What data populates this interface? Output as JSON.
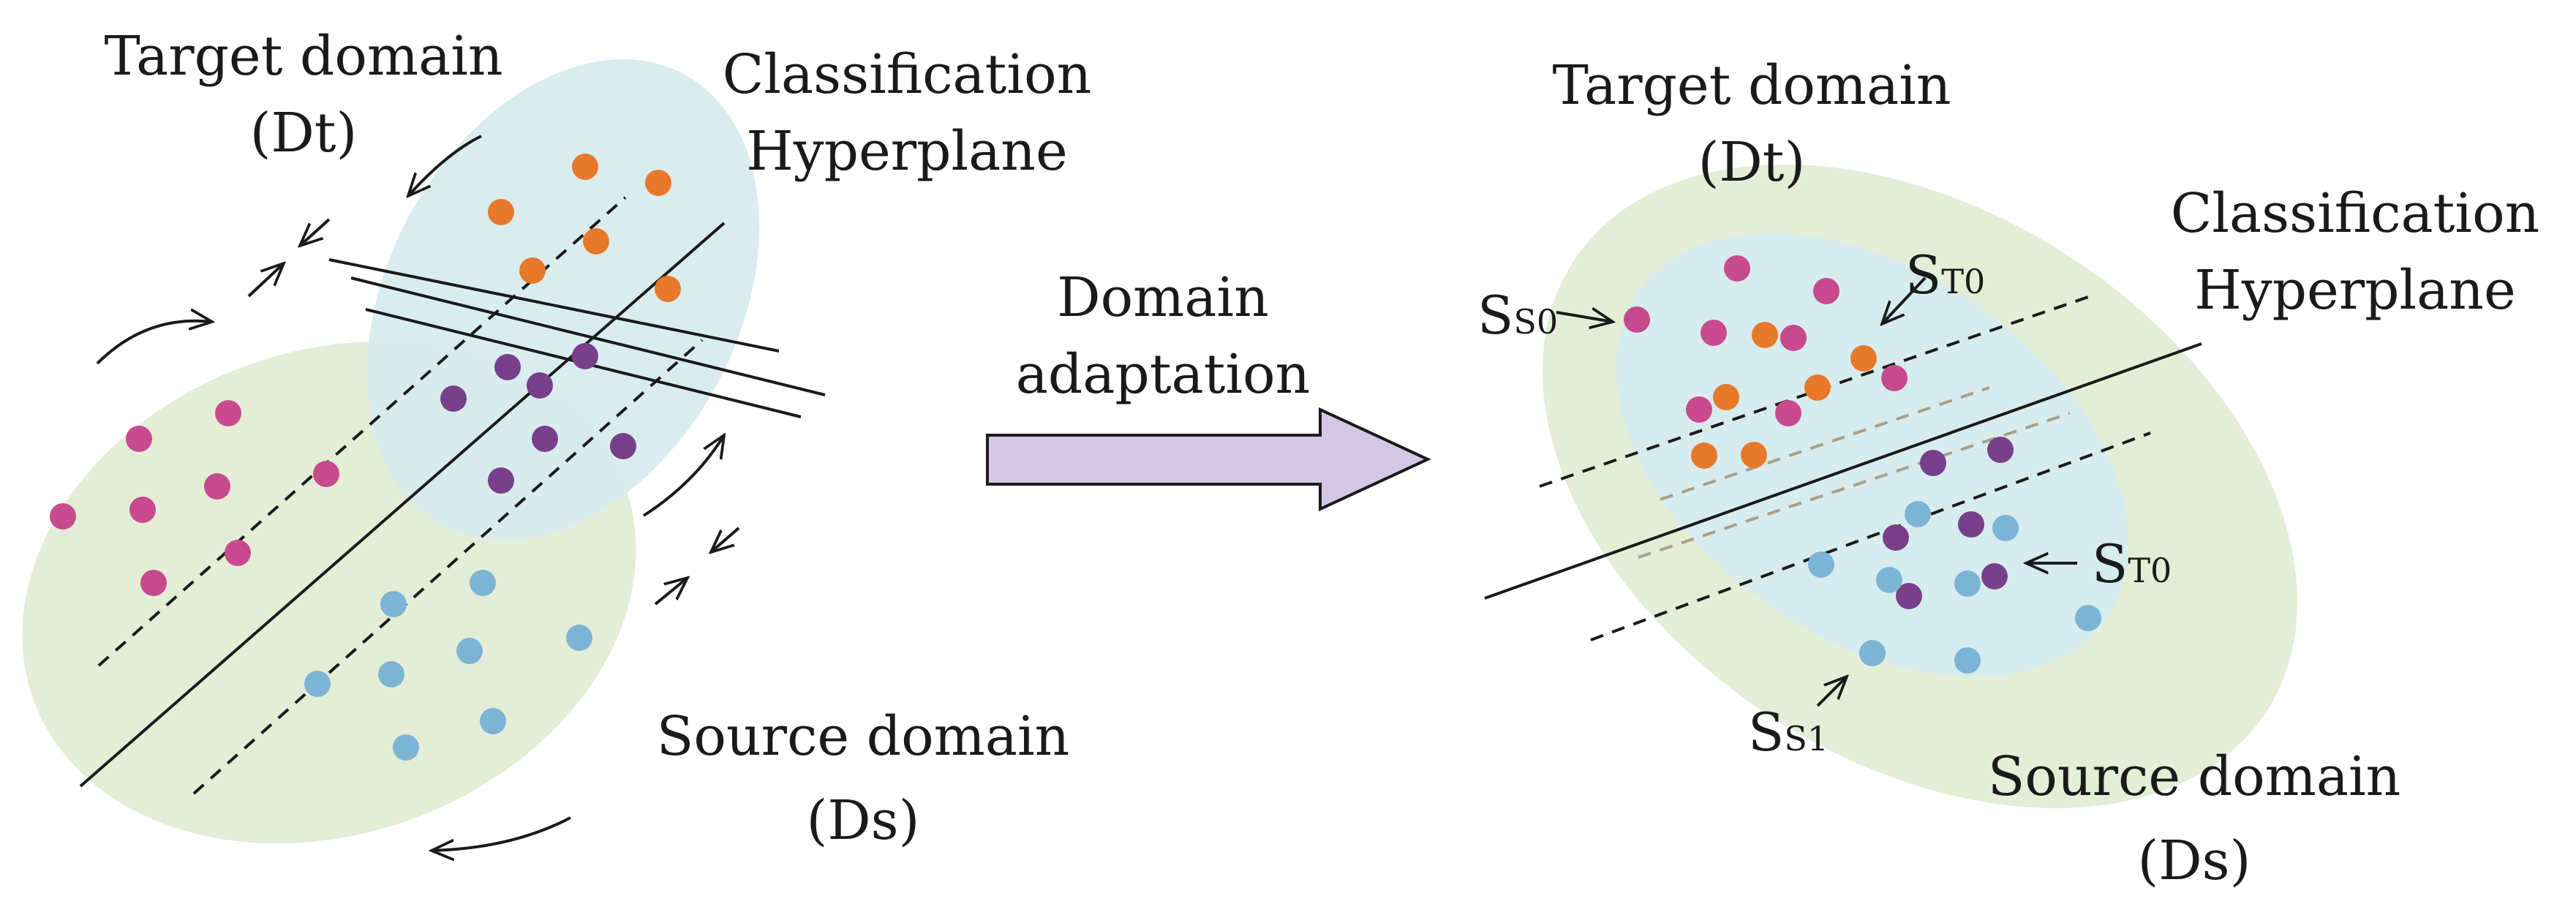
{
  "colors": {
    "outer_domain": "#e4edd6",
    "inner_domain": "#d7ecee",
    "magenta": "#c84a8e",
    "orange": "#e8782a",
    "purple": "#78408a",
    "blue": "#7cb4d6",
    "arrow_fill": "#d4c8e6",
    "line": "#1a1a1a"
  },
  "left": {
    "target_label": "Target domain",
    "target_abbr": "(Dt)",
    "hyperplane_label_1": "Classification",
    "hyperplane_label_2": "Hyperplane",
    "source_label": "Source domain",
    "source_abbr": "(Ds)"
  },
  "middle": {
    "label_1": "Domain",
    "label_2": "adaptation"
  },
  "right": {
    "target_label": "Target domain",
    "target_abbr": "(Dt)",
    "hyperplane_label_1": "Classification",
    "hyperplane_label_2": "Hyperplane",
    "source_label": "Source domain",
    "source_abbr": "(Ds)",
    "annotations": [
      {
        "main": "S",
        "sub": "S0"
      },
      {
        "main": "S",
        "sub": "T0"
      },
      {
        "main": "S",
        "sub": "T0"
      },
      {
        "main": "S",
        "sub": "S1"
      }
    ]
  }
}
